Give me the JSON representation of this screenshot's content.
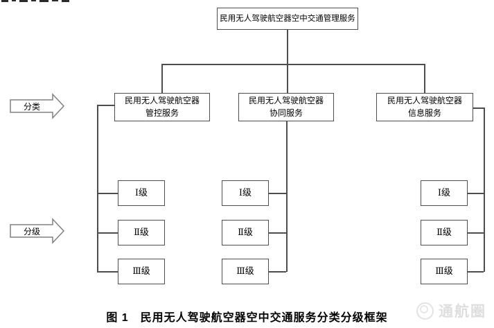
{
  "diagram": {
    "root": {
      "label": "民用无人驾驶航空器空中交通管理服务"
    },
    "categories": [
      {
        "line1": "民用无人驾驶航空器",
        "line2": "管控服务"
      },
      {
        "line1": "民用无人驾驶航空器",
        "line2": "协同服务"
      },
      {
        "line1": "民用无人驾驶航空器",
        "line2": "信息服务"
      }
    ],
    "levels": [
      "Ⅰ级",
      "Ⅱ级",
      "Ⅲ级"
    ],
    "side_arrows": [
      {
        "label": "分类"
      },
      {
        "label": "分级"
      }
    ]
  },
  "caption": "图 1　民用无人驾驶航空器空中交通服务分类分级框架",
  "watermark": {
    "text": "通航圈",
    "logo": "circle-logo"
  },
  "colors": {
    "line": "#4d4d4d",
    "arrow_border": "#808080",
    "text": "#000000",
    "background": "#ffffff",
    "watermark": "#dedede"
  }
}
